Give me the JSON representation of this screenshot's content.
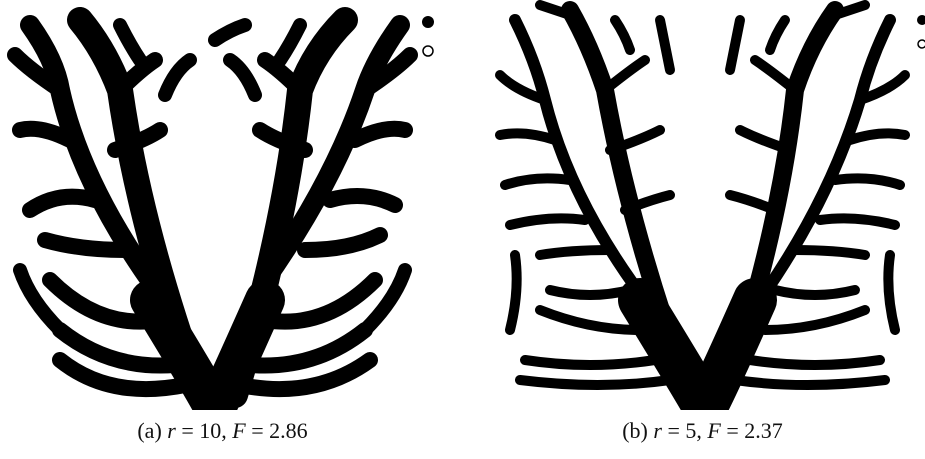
{
  "figures": [
    {
      "label": "(a)",
      "r_symbol": "r",
      "r_value": "10",
      "f_symbol": "F",
      "f_value": "2.86",
      "legend": [
        {
          "symbol": "filled-circle"
        },
        {
          "symbol": "hollow-circle"
        }
      ]
    },
    {
      "label": "(b)",
      "r_symbol": "r",
      "r_value": "5",
      "f_symbol": "F",
      "f_value": "2.37",
      "legend": [
        {
          "symbol": "filled-circle"
        },
        {
          "symbol": "hollow-circle"
        }
      ]
    }
  ],
  "colors": {
    "structure": "#000000",
    "background": "#ffffff"
  }
}
